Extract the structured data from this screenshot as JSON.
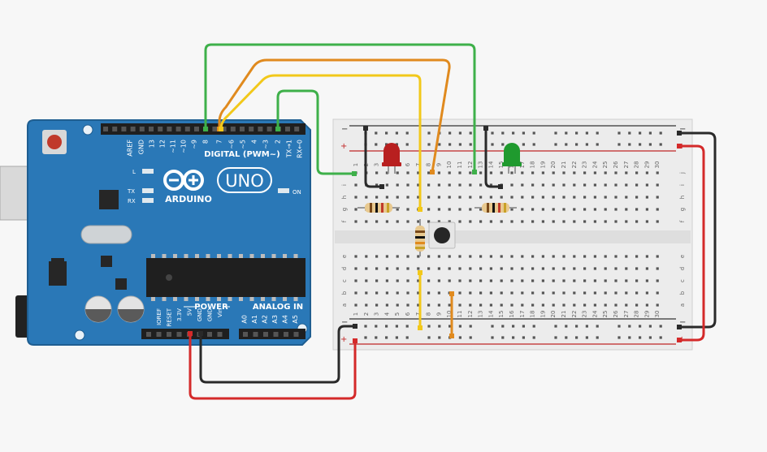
{
  "board": {
    "brand": "ARDUINO",
    "model": "UNO",
    "digital_header": "DIGITAL (PWM~)",
    "digital_pins": [
      "AREF",
      "GND",
      "13",
      "12",
      "~11",
      "~10",
      "~9",
      "8",
      "7",
      "~6",
      "~5",
      "4",
      "~3",
      "2",
      "TX→1",
      "RX←0"
    ],
    "power_title": "POWER",
    "analog_title": "ANALOG IN",
    "power_pins": [
      "IOREF",
      "RESET",
      "3.3V",
      "5V",
      "GND",
      "GND",
      "Vin"
    ],
    "analog_pins": [
      "A0",
      "A1",
      "A2",
      "A3",
      "A4",
      "A5"
    ],
    "led_labels": {
      "l": "L",
      "tx": "TX",
      "rx": "RX",
      "on": "ON"
    }
  },
  "breadboard": {
    "rows_top": [
      "j",
      "i",
      "h",
      "g",
      "f"
    ],
    "rows_bottom": [
      "e",
      "d",
      "c",
      "b",
      "a"
    ],
    "rail_minus": "−",
    "rail_plus": "+",
    "columns": 30
  },
  "components": {
    "led_left_color": "#b81f1f",
    "led_right_color": "#1f9a2e"
  },
  "wire_colors": {
    "green": "#3eb04a",
    "orange": "#e08a1e",
    "yellow": "#f2c81a",
    "red": "#d42a2a",
    "black": "#2a2a2a"
  }
}
